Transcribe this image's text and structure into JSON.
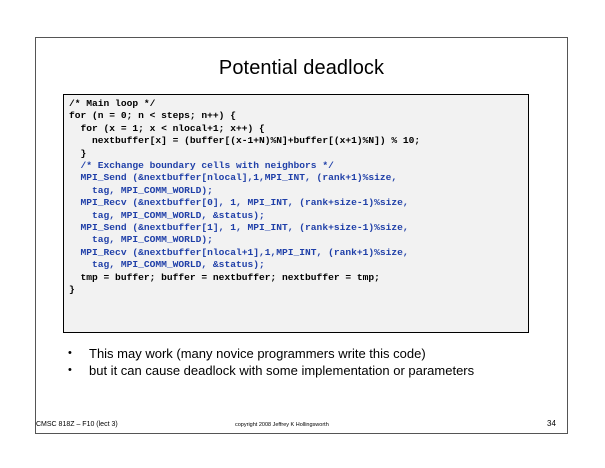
{
  "slide": {
    "title": "Potential deadlock",
    "code_lines": [
      {
        "text": "/* Main loop */",
        "color": "black"
      },
      {
        "text": "for (n = 0; n < steps; n++) {",
        "color": "black"
      },
      {
        "text": "  for (x = 1; x < nlocal+1; x++) {",
        "color": "black"
      },
      {
        "text": "    nextbuffer[x] = (buffer[(x-1+N)%N]+buffer[(x+1)%N]) % 10;",
        "color": "black"
      },
      {
        "text": "  }",
        "color": "black"
      },
      {
        "text": "  /* Exchange boundary cells with neighbors */",
        "color": "blue"
      },
      {
        "text": "  MPI_Send (&nextbuffer[nlocal],1,MPI_INT, (rank+1)%size,",
        "color": "blue"
      },
      {
        "text": "    tag, MPI_COMM_WORLD);",
        "color": "blue"
      },
      {
        "text": "  MPI_Recv (&nextbuffer[0], 1, MPI_INT, (rank+size-1)%size,",
        "color": "blue"
      },
      {
        "text": "    tag, MPI_COMM_WORLD, &status);",
        "color": "blue"
      },
      {
        "text": "  MPI_Send (&nextbuffer[1], 1, MPI_INT, (rank+size-1)%size,",
        "color": "blue"
      },
      {
        "text": "    tag, MPI_COMM_WORLD);",
        "color": "blue"
      },
      {
        "text": "  MPI_Recv (&nextbuffer[nlocal+1],1,MPI_INT, (rank+1)%size,",
        "color": "blue"
      },
      {
        "text": "    tag, MPI_COMM_WORLD, &status);",
        "color": "blue"
      },
      {
        "text": "  tmp = buffer; buffer = nextbuffer; nextbuffer = tmp;",
        "color": "black"
      },
      {
        "text": "}",
        "color": "black"
      }
    ],
    "bullet_symbol": "•",
    "bullets": [
      "This may work (many novice programmers write this code)",
      "but it can cause deadlock with some implementation or parameters"
    ],
    "footer": {
      "course": "CMSC 818Z – F10  (lect 3)",
      "copyright": "copyright 2008 Jeffrey K Hollingsworth",
      "page_number": "34"
    },
    "colors": {
      "code_blue": "#1f3fa8",
      "code_background": "#f2f2f2"
    }
  }
}
